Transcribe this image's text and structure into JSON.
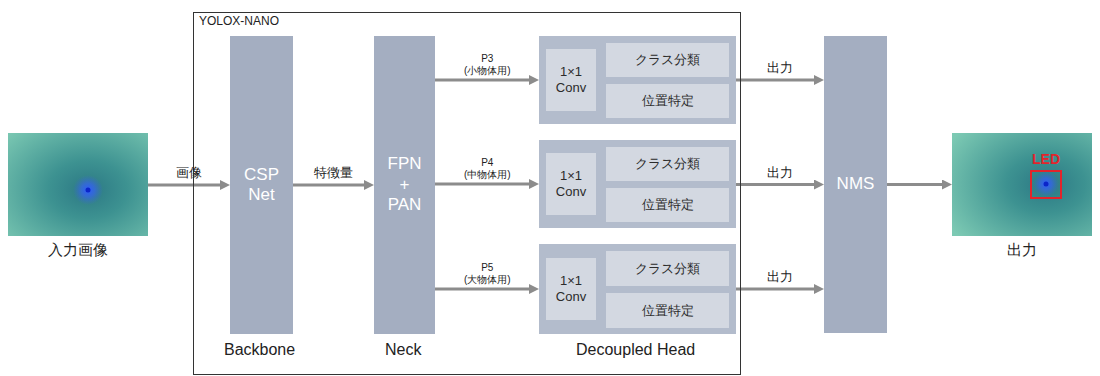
{
  "diagram": {
    "nodes": [
      {
        "text": [
          "入力画像"
        ]
      },
      {
        "text": [
          "YOLOX-NANO"
        ]
      },
      {
        "text": [
          "CSP Net"
        ],
        "in": 1
      },
      {
        "text": [
          "FPN + PAN"
        ],
        "in": 1
      },
      {
        "text": [],
        "in": 1
      },
      {
        "text": [
          "1×1 Conv"
        ],
        "in": 4
      },
      {
        "text": [
          "クラス分類"
        ],
        "in": 4
      },
      {
        "text": [
          "位置特定"
        ],
        "in": 4
      },
      {
        "text": [],
        "in": 1
      },
      {
        "text": [
          "1×1 Conv"
        ],
        "in": 8
      },
      {
        "text": [
          "クラス分類"
        ],
        "in": 8
      },
      {
        "text": [
          "位置特定"
        ],
        "in": 8
      },
      {
        "text": [],
        "in": 1
      },
      {
        "text": [
          "1×1 Conv"
        ],
        "in": 12
      },
      {
        "text": [
          "クラス分類"
        ],
        "in": 12
      },
      {
        "text": [
          "位置特定"
        ],
        "in": 12
      },
      {
        "text": [
          "NMS"
        ]
      },
      {
        "text": [
          "出力"
        ]
      }
    ],
    "edges": [
      {
        "from": 0,
        "to": 2,
        "label": "画像",
        "arrow": "to"
      },
      {
        "from": 2,
        "to": 3,
        "label": "特徴量",
        "arrow": "to"
      },
      {
        "from": 3,
        "to": 4,
        "label": "P3 (小物体用)",
        "arrow": "to"
      },
      {
        "from": 3,
        "to": 8,
        "label": "P4 (中物体用)",
        "arrow": "to"
      },
      {
        "from": 3,
        "to": 12,
        "label": "P5 (大物体用)",
        "arrow": "to"
      },
      {
        "from": 4,
        "to": 16,
        "label": "出力",
        "arrow": "to"
      },
      {
        "from": 8,
        "to": 16,
        "label": "出力",
        "arrow": "to"
      },
      {
        "from": 12,
        "to": 16,
        "label": "出力",
        "arrow": "to"
      },
      {
        "from": 16,
        "to": 17,
        "arrow": "to"
      }
    ],
    "labels": [
      "Backbone",
      "Neck",
      "Decoupled Head",
      "LED"
    ]
  }
}
